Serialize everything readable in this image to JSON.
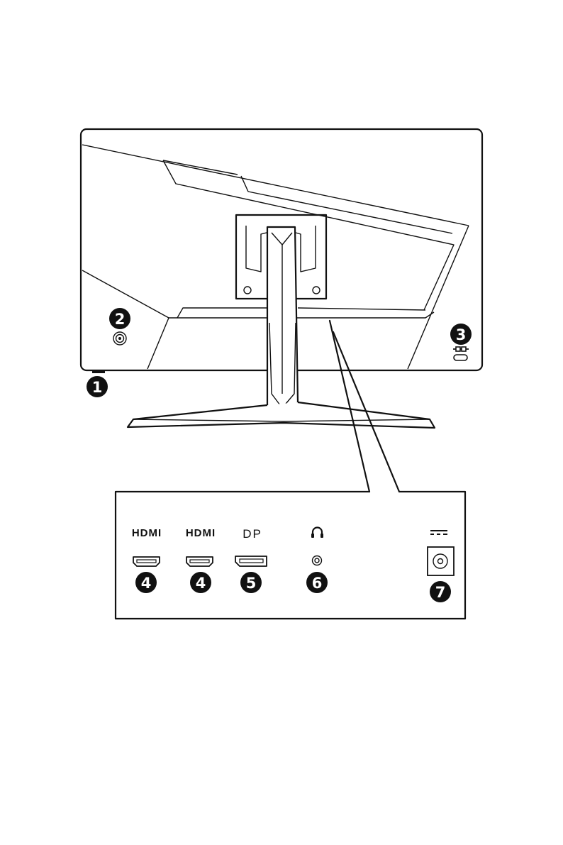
{
  "callouts": {
    "power_button": "1",
    "joystick": "2",
    "kensington_lock": "3",
    "hdmi_1": "4",
    "hdmi_2": "4",
    "displayport": "5",
    "headphone_jack": "6",
    "dc_power_jack": "7"
  },
  "port_labels": {
    "hdmi_1": "HDMI",
    "hdmi_2": "HDMI",
    "displayport": "DP"
  },
  "icons": {
    "headphone": "headphone-icon",
    "dc_power": "dc-power-icon",
    "kensington": "kensington-lock-icon",
    "joystick": "joystick-icon"
  }
}
